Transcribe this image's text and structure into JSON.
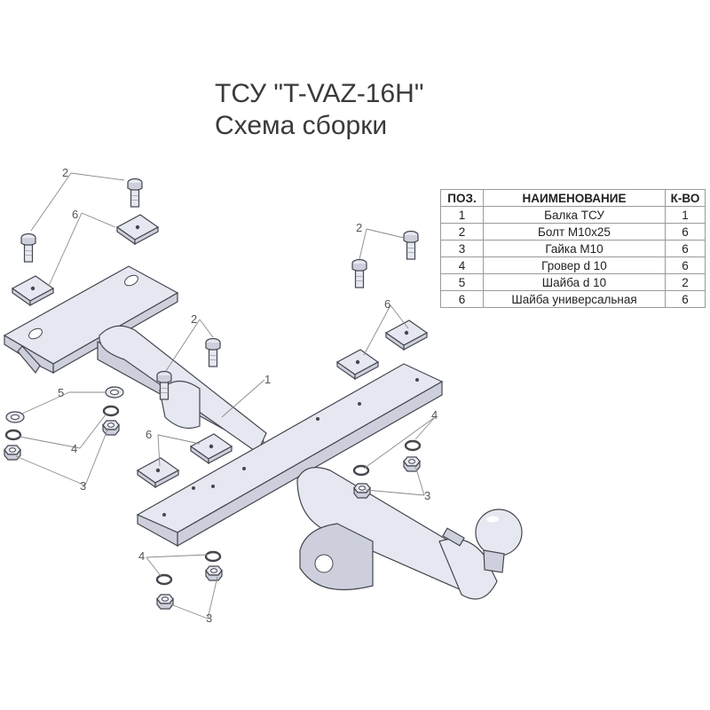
{
  "title": {
    "line1": "ТСУ \"T-VAZ-16H\"",
    "line2": "Схема сборки"
  },
  "table": {
    "headers": [
      "ПОЗ.",
      "НАИМЕНОВАНИЕ",
      "К-ВО"
    ],
    "rows": [
      [
        "1",
        "Балка ТСУ",
        "1"
      ],
      [
        "2",
        "Болт М10х25",
        "6"
      ],
      [
        "3",
        "Гайка М10",
        "6"
      ],
      [
        "4",
        "Гровер d 10",
        "6"
      ],
      [
        "5",
        "Шайба d 10",
        "2"
      ],
      [
        "6",
        "Шайба универсальная",
        "6"
      ]
    ]
  },
  "callouts": {
    "bolt": "2",
    "nut": "3",
    "grover": "4",
    "washer": "5",
    "universal_washer": "6",
    "beam": "1"
  }
}
